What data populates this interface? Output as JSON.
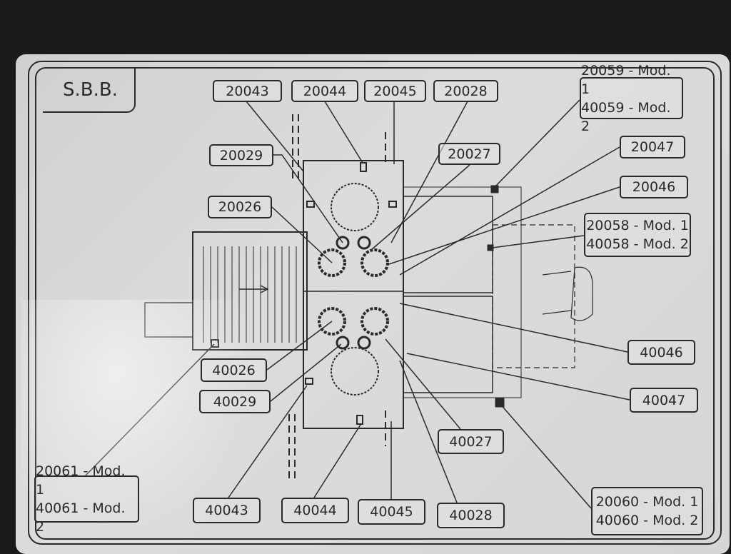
{
  "title": "S.B.B.",
  "labels": {
    "l20043": "20043",
    "l20044": "20044",
    "l20045": "20045",
    "l20028": "20028",
    "l20059a": "20059 - Mod. 1",
    "l20059b": "40059 - Mod. 2",
    "l20029": "20029",
    "l20027": "20027",
    "l20047": "20047",
    "l20046": "20046",
    "l20026": "20026",
    "l20058a": "20058 - Mod. 1",
    "l20058b": "40058 - Mod. 2",
    "l40046": "40046",
    "l40026": "40026",
    "l40029": "40029",
    "l40047": "40047",
    "l40027": "40027",
    "l20061a": "20061 - Mod. 1",
    "l20061b": "40061 - Mod. 2",
    "l40043": "40043",
    "l40044": "40044",
    "l40045": "40045",
    "l40028": "40028",
    "l20060a": "20060 - Mod. 1",
    "l20060b": "40060 - Mod. 2"
  }
}
